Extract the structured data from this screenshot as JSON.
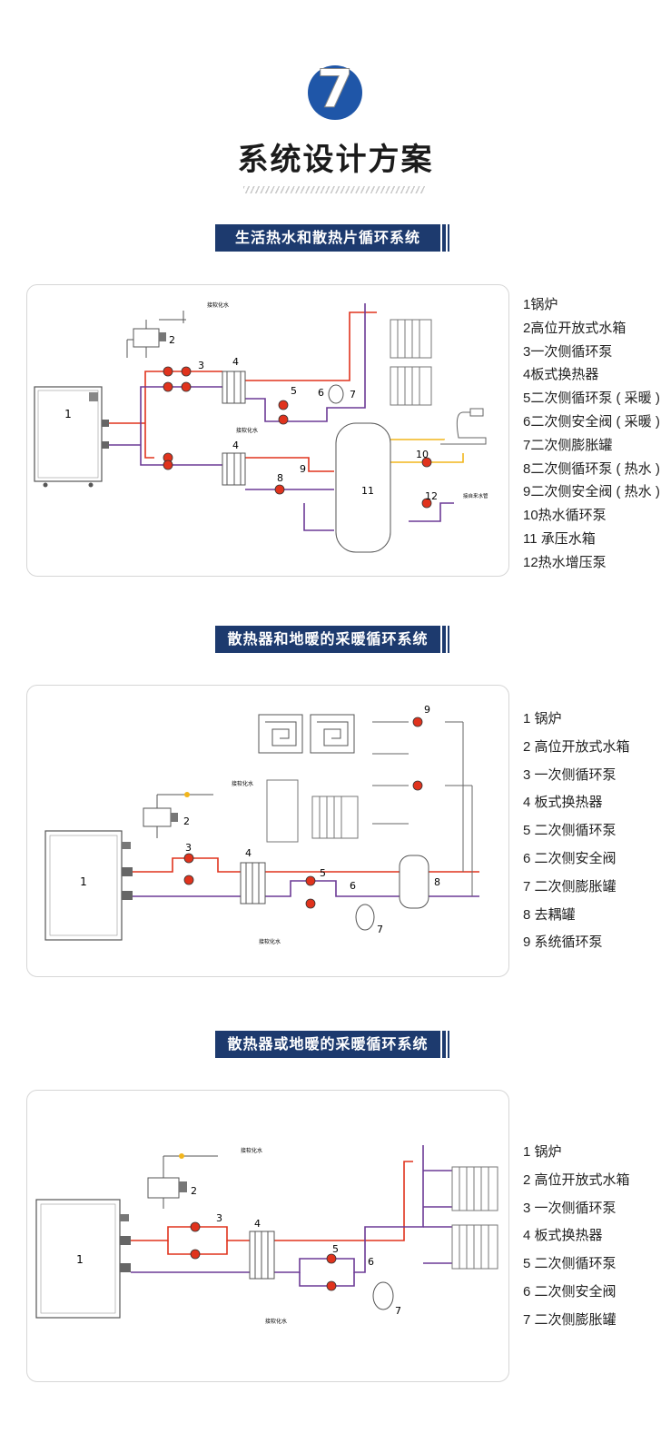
{
  "header": {
    "badge_number": "7",
    "title": "系统设计方案"
  },
  "colors": {
    "hot": "#e0331d",
    "return": "#6c3a96",
    "dhw": "#f2b51c",
    "brand": "#1d3a6e",
    "badge_blue": "#1f56a8"
  },
  "sections": [
    {
      "title": "生活热水和散热片循环系统",
      "diagram_labels": {
        "soft_water_a": "接软化水",
        "soft_water_b": "接软化水",
        "tap_water": "接自来水管"
      },
      "legend": [
        "1锅炉",
        "2高位开放式水箱",
        "3一次侧循环泵",
        "4板式换热器",
        "5二次侧循环泵 ( 采暖 )",
        "6二次侧安全阀 ( 采暖 )",
        "7二次侧膨胀罐",
        "8二次侧循环泵 ( 热水 )",
        "9二次侧安全阀 ( 热水 )",
        "10热水循环泵",
        "11 承压水箱",
        "12热水增压泵"
      ]
    },
    {
      "title": "散热器和地暖的采暖循环系统",
      "diagram_labels": {
        "soft_water_a": "接软化水",
        "soft_water_b": "接软化水"
      },
      "legend": [
        "1 锅炉",
        "2 高位开放式水箱",
        "3 一次侧循环泵",
        "4 板式换热器",
        "5 二次侧循环泵",
        "6 二次侧安全阀",
        "7 二次侧膨胀罐",
        "8 去耦罐",
        "9 系统循环泵"
      ]
    },
    {
      "title": "散热器或地暖的采暖循环系统",
      "diagram_labels": {
        "soft_water_a": "接软化水",
        "soft_water_b": "接软化水"
      },
      "legend": [
        "1 锅炉",
        "2 高位开放式水箱",
        "3 一次侧循环泵",
        "4 板式换热器",
        "5 二次侧循环泵",
        "6 二次侧安全阀",
        "7 二次侧膨胀罐"
      ]
    }
  ]
}
